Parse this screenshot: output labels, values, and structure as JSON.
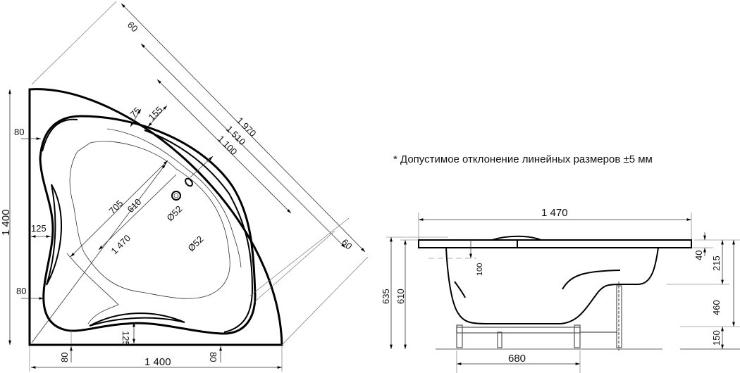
{
  "note": "* Допустимое отклонение линейных размеров ±5 мм",
  "top_view": {
    "dims": {
      "offset_top": "60",
      "diag_outer": "1 970",
      "diag_mid": "1 510",
      "diag_inner": "1 100",
      "rim_75": "75",
      "rim_155": "155",
      "d_705": "705",
      "d_610": "610",
      "d_1470": "1 470",
      "drain_1": "Ø52",
      "drain_2": "Ø52",
      "offset_right": "60",
      "left_80_top": "80",
      "left_125": "125",
      "left_80_bottom": "80",
      "bottom_80_left": "80",
      "bottom_125": "125",
      "bottom_80_right": "80",
      "width": "1 400",
      "height": "1 400"
    }
  },
  "side_view": {
    "dims": {
      "length": "1 470",
      "total_height": "635",
      "rim_height": "610",
      "depth_offset": "100",
      "rim_thickness": "40",
      "d_215": "215",
      "d_460": "460",
      "d_150": "150",
      "frame_width": "680"
    }
  }
}
